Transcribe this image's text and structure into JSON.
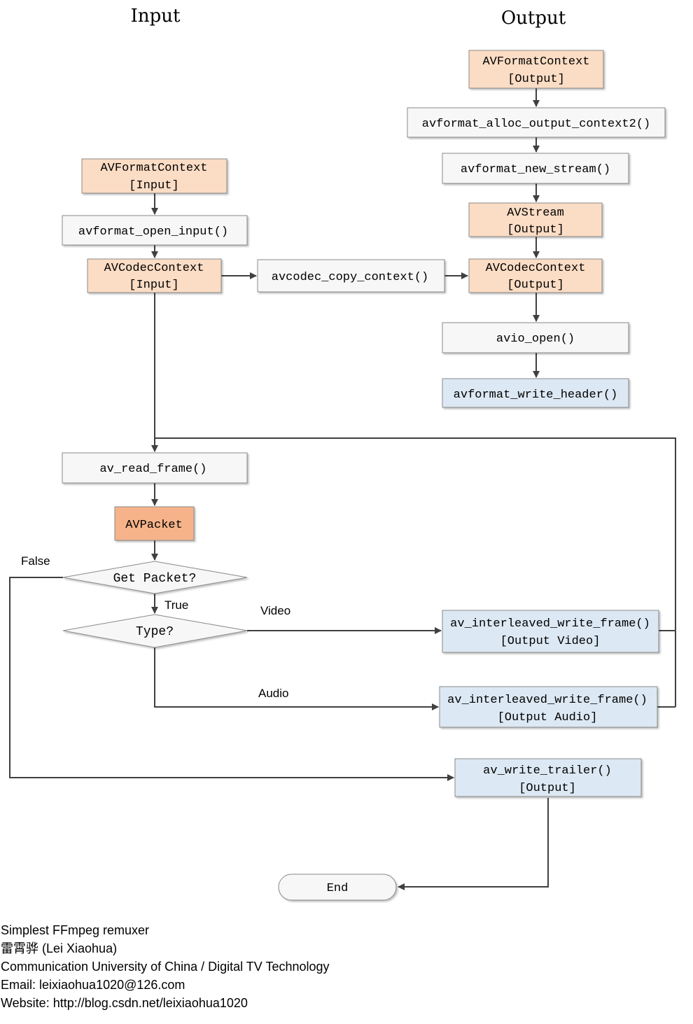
{
  "headers": {
    "input": "Input",
    "output": "Output"
  },
  "nodes": {
    "out_fmt_ctx": {
      "line1": "AVFormatContext",
      "line2": "[Output]"
    },
    "alloc_output": {
      "line1": "avformat_alloc_output_context2()"
    },
    "new_stream": {
      "line1": "avformat_new_stream()"
    },
    "avstream": {
      "line1": "AVStream",
      "line2": "[Output]"
    },
    "out_codec_ctx": {
      "line1": "AVCodecContext",
      "line2": "[Output]"
    },
    "avio_open": {
      "line1": "avio_open()"
    },
    "write_header": {
      "line1": "avformat_write_header()"
    },
    "in_fmt_ctx": {
      "line1": "AVFormatContext",
      "line2": "[Input]"
    },
    "open_input": {
      "line1": "avformat_open_input()"
    },
    "in_codec_ctx": {
      "line1": "AVCodecContext",
      "line2": "[Input]"
    },
    "copy_context": {
      "line1": "avcodec_copy_context()"
    },
    "read_frame": {
      "line1": "av_read_frame()"
    },
    "avpacket": {
      "line1": "AVPacket"
    },
    "get_packet": {
      "line1": "Get Packet?"
    },
    "type": {
      "line1": "Type?"
    },
    "write_video": {
      "line1": "av_interleaved_write_frame()",
      "line2": "[Output Video]"
    },
    "write_audio": {
      "line1": "av_interleaved_write_frame()",
      "line2": "[Output Audio]"
    },
    "write_trailer": {
      "line1": "av_write_trailer()",
      "line2": "[Output]"
    },
    "end": {
      "line1": "End"
    }
  },
  "edge_labels": {
    "false": "False",
    "true": "True",
    "video": "Video",
    "audio": "Audio"
  },
  "colors": {
    "orange_fill": "#fbdcc4",
    "orange_dark_fill": "#f6b38a",
    "blue_fill": "#dce8f3",
    "gray_fill": "#f7f7f7",
    "stroke": "#8a8a8a",
    "line": "#404040"
  },
  "footer": {
    "line1": "Simplest FFmpeg remuxer",
    "line2": "雷霄骅 (Lei Xiaohua)",
    "line3": "Communication University of China / Digital TV Technology",
    "line4": "Email:  leixiaohua1020@126.com",
    "line5": "Website:  http://blog.csdn.net/leixiaohua1020"
  }
}
